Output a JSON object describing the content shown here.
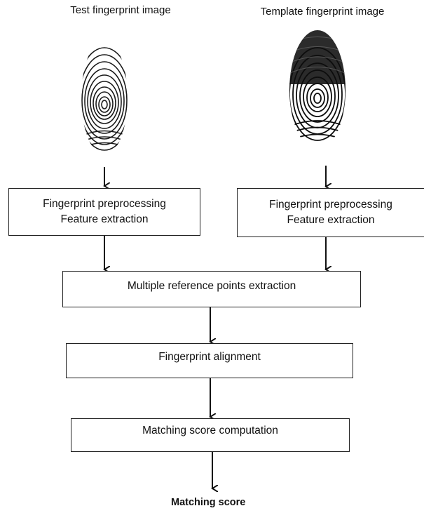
{
  "inputs": {
    "test_caption": "Test fingerprint image",
    "template_caption": "Template fingerprint image"
  },
  "boxes": {
    "left_preprocess": [
      "Fingerprint preprocessing",
      "Feature extraction"
    ],
    "right_preprocess": [
      "Fingerprint preprocessing",
      "Feature extraction"
    ],
    "reference_points": "Multiple reference points extraction",
    "alignment": "Fingerprint alignment",
    "matching": "Matching score computation"
  },
  "output": {
    "label": "Matching score"
  },
  "colors": {
    "stroke": "#222222",
    "text": "#111111"
  }
}
